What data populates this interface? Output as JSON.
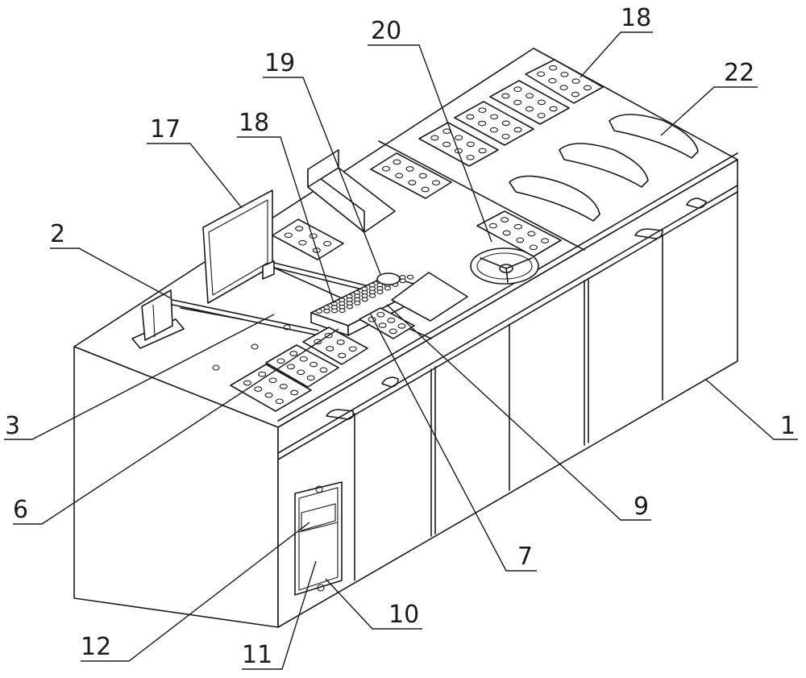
{
  "figure": {
    "callouts": [
      {
        "id": "c1",
        "text": "1"
      },
      {
        "id": "c2",
        "text": "2"
      },
      {
        "id": "c3",
        "text": "3"
      },
      {
        "id": "c6",
        "text": "6"
      },
      {
        "id": "c7",
        "text": "7"
      },
      {
        "id": "c9",
        "text": "9"
      },
      {
        "id": "c10",
        "text": "10"
      },
      {
        "id": "c11",
        "text": "11"
      },
      {
        "id": "c12",
        "text": "12"
      },
      {
        "id": "c17",
        "text": "17"
      },
      {
        "id": "c18a",
        "text": "18"
      },
      {
        "id": "c18b",
        "text": "18"
      },
      {
        "id": "c19",
        "text": "19"
      },
      {
        "id": "c20",
        "text": "20"
      },
      {
        "id": "c22",
        "text": "22"
      }
    ]
  }
}
